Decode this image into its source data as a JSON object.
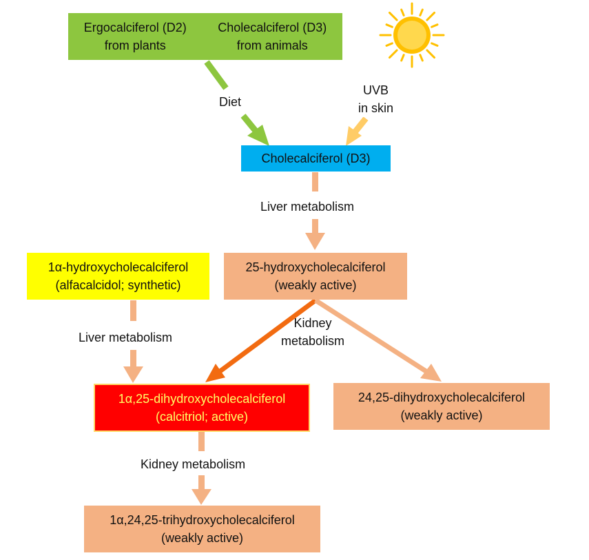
{
  "colors": {
    "source_green": "#8dc63f",
    "d3_blue": "#00aeef",
    "peach": "#f4b183",
    "synthetic_yellow": "#ffff00",
    "active_red": "#ff0000",
    "active_text": "#ffff66",
    "arrow_peach": "#f4b183",
    "arrow_orange": "#f26b11",
    "arrow_green": "#8dc63f",
    "arrow_yellow": "#ffcc66",
    "sun": "#ffc000"
  },
  "sources": {
    "d2_line1": "Ergocalciferol (D2)",
    "d2_line2": "from plants",
    "d3_line1": "Cholecalciferol (D3)",
    "d3_line2": "from animals"
  },
  "edges": {
    "diet": "Diet",
    "uvb_line1": "UVB",
    "uvb_line2": "in skin",
    "liver_1": "Liver metabolism",
    "liver_2": "Liver metabolism",
    "kidney_line1": "Kidney",
    "kidney_line2": "metabolism",
    "kidney_bottom": "Kidney metabolism"
  },
  "nodes": {
    "cholecalciferol": "Cholecalciferol (D3)",
    "hydroxy25_line1": "25-hydroxycholecalciferol",
    "hydroxy25_line2": "(weakly active)",
    "alfa_line1": "1α-hydroxycholecalciferol",
    "alfa_line2": "(alfacalcidol; synthetic)",
    "calcitriol_line1": "1α,25-dihydroxycholecalciferol",
    "calcitriol_line2": "(calcitriol; active)",
    "d2425_line1": "24,25-dihydroxycholecalciferol",
    "d2425_line2": "(weakly active)",
    "tri_line1": "1α,24,25-trihydroxycholecalciferol",
    "tri_line2": "(weakly active)"
  }
}
